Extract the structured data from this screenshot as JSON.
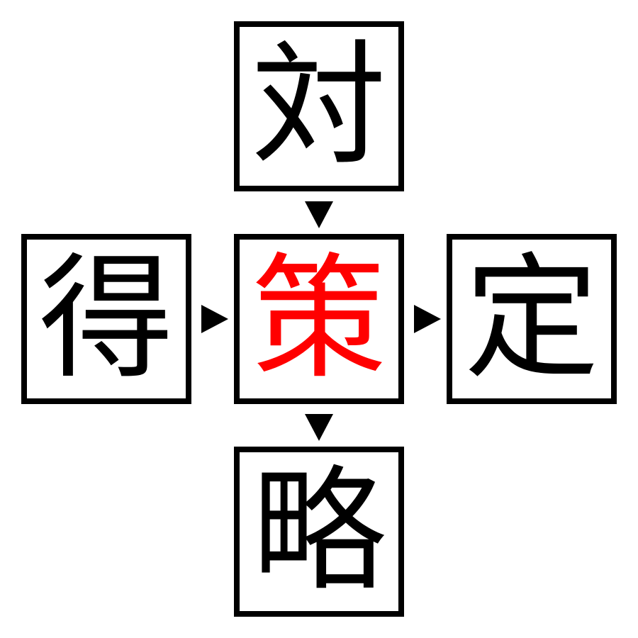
{
  "puzzle": {
    "top": "対",
    "left": "得",
    "center": "策",
    "right": "定",
    "bottom": "略"
  },
  "colors": {
    "center_char": "#ff0000",
    "outer_chars": "#000000",
    "border": "#000000"
  },
  "icons": {
    "arrow_down": "triangle-down-icon",
    "arrow_right": "triangle-right-icon"
  }
}
